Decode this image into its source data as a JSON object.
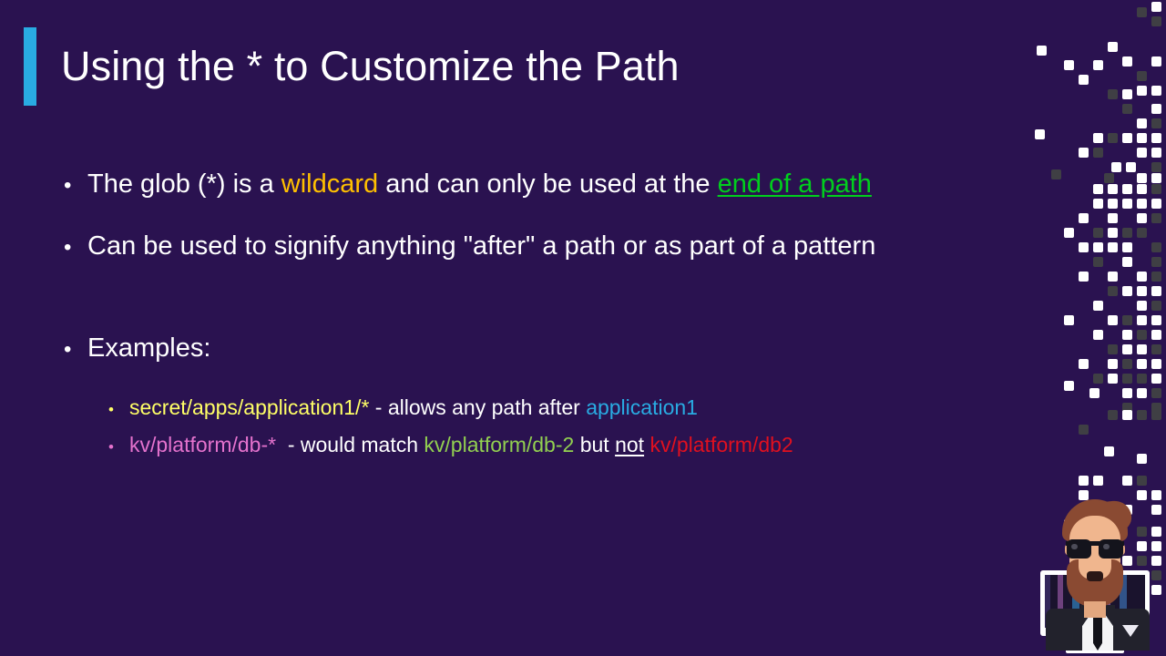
{
  "slide": {
    "background_color": "#2a1250",
    "title": "Using the * to Customize the Path",
    "accent_color": "#29abe2"
  },
  "content": {
    "bullet1": {
      "marker": "•",
      "part1": "The glob (*) is a ",
      "highlight_wildcard": "wildcard",
      "part2": " and can only be used at the ",
      "link_end_of_path": "end of a path"
    },
    "bullet2": {
      "marker": "•",
      "text": "Can be used to signify anything \"after\" a path or as part of a pattern"
    },
    "bullet3": {
      "marker": "•",
      "text": "Examples:"
    },
    "sub_bullet1": {
      "marker": "•",
      "path": "secret/apps/application1/*",
      "middle": " - allows any path after ",
      "target": "application1"
    },
    "sub_bullet2": {
      "marker": "•",
      "path": "kv/platform/db-*",
      "middle1": "  - would match ",
      "match": "kv/platform/db-2",
      "middle2": " but ",
      "negation": "not",
      "middle3": " ",
      "nomatch": "kv/platform/db2"
    }
  },
  "colors": {
    "wildcard": "#ffc000",
    "end_of_path_link": "#00cf1d",
    "sub_path_yellow": "#ffff66",
    "application1_cyan": "#29abe2",
    "kv_path_pink": "#e472cd",
    "db2_match_green": "#92d050",
    "db2_nomatch_red": "#e0101f",
    "body_text": "#ffffff"
  },
  "decoration": {
    "dot_field_name": "pixel-dot-pattern",
    "dot_colors": [
      "#ffffff",
      "#3f3f44"
    ],
    "dots": [
      [
        134,
        2,
        0
      ],
      [
        118,
        8,
        1
      ],
      [
        134,
        18,
        1
      ],
      [
        86,
        46,
        0
      ],
      [
        102,
        62,
        0
      ],
      [
        134,
        62,
        0
      ],
      [
        118,
        78,
        1
      ],
      [
        70,
        66,
        0
      ],
      [
        8,
        50,
        0
      ],
      [
        38,
        66,
        0
      ],
      [
        118,
        94,
        0
      ],
      [
        134,
        94,
        0
      ],
      [
        54,
        82,
        0
      ],
      [
        86,
        98,
        1
      ],
      [
        102,
        98,
        0
      ],
      [
        134,
        114,
        0
      ],
      [
        118,
        130,
        0
      ],
      [
        102,
        114,
        1
      ],
      [
        134,
        130,
        1
      ],
      [
        6,
        142,
        0
      ],
      [
        70,
        146,
        0
      ],
      [
        86,
        146,
        1
      ],
      [
        102,
        146,
        0
      ],
      [
        118,
        146,
        0
      ],
      [
        134,
        146,
        0
      ],
      [
        54,
        162,
        0
      ],
      [
        70,
        162,
        1
      ],
      [
        118,
        162,
        0
      ],
      [
        134,
        162,
        0
      ],
      [
        90,
        178,
        0
      ],
      [
        106,
        178,
        0
      ],
      [
        134,
        178,
        1
      ],
      [
        24,
        186,
        1
      ],
      [
        82,
        190,
        1
      ],
      [
        118,
        190,
        0
      ],
      [
        134,
        190,
        0
      ],
      [
        70,
        202,
        0
      ],
      [
        86,
        202,
        0
      ],
      [
        102,
        202,
        0
      ],
      [
        118,
        202,
        0
      ],
      [
        134,
        202,
        1
      ],
      [
        70,
        218,
        0
      ],
      [
        86,
        218,
        0
      ],
      [
        102,
        218,
        0
      ],
      [
        118,
        218,
        0
      ],
      [
        134,
        218,
        0
      ],
      [
        54,
        234,
        0
      ],
      [
        86,
        234,
        0
      ],
      [
        118,
        234,
        0
      ],
      [
        134,
        234,
        1
      ],
      [
        38,
        250,
        0
      ],
      [
        70,
        250,
        1
      ],
      [
        86,
        250,
        0
      ],
      [
        102,
        250,
        1
      ],
      [
        118,
        250,
        1
      ],
      [
        54,
        266,
        0
      ],
      [
        70,
        266,
        0
      ],
      [
        86,
        266,
        0
      ],
      [
        102,
        266,
        0
      ],
      [
        134,
        266,
        1
      ],
      [
        70,
        282,
        1
      ],
      [
        102,
        282,
        0
      ],
      [
        134,
        282,
        1
      ],
      [
        54,
        298,
        0
      ],
      [
        86,
        298,
        0
      ],
      [
        118,
        298,
        0
      ],
      [
        134,
        298,
        1
      ],
      [
        86,
        314,
        1
      ],
      [
        102,
        314,
        0
      ],
      [
        118,
        314,
        0
      ],
      [
        134,
        314,
        0
      ],
      [
        70,
        330,
        0
      ],
      [
        118,
        330,
        0
      ],
      [
        134,
        330,
        1
      ],
      [
        38,
        346,
        0
      ],
      [
        86,
        346,
        0
      ],
      [
        102,
        346,
        1
      ],
      [
        118,
        346,
        0
      ],
      [
        134,
        346,
        0
      ],
      [
        70,
        362,
        0
      ],
      [
        102,
        362,
        0
      ],
      [
        118,
        362,
        1
      ],
      [
        134,
        362,
        0
      ],
      [
        86,
        378,
        1
      ],
      [
        102,
        378,
        0
      ],
      [
        118,
        378,
        0
      ],
      [
        134,
        378,
        1
      ],
      [
        54,
        394,
        0
      ],
      [
        86,
        394,
        0
      ],
      [
        102,
        394,
        1
      ],
      [
        118,
        394,
        0
      ],
      [
        134,
        394,
        0
      ],
      [
        70,
        410,
        1
      ],
      [
        86,
        410,
        0
      ],
      [
        102,
        410,
        1
      ],
      [
        118,
        410,
        1
      ],
      [
        134,
        410,
        0
      ],
      [
        38,
        418,
        0
      ],
      [
        66,
        426,
        0
      ],
      [
        102,
        426,
        0
      ],
      [
        118,
        426,
        0
      ],
      [
        134,
        426,
        1
      ],
      [
        102,
        442,
        1
      ],
      [
        134,
        442,
        1
      ],
      [
        86,
        450,
        1
      ],
      [
        102,
        450,
        0
      ],
      [
        118,
        450,
        1
      ],
      [
        134,
        450,
        1
      ],
      [
        54,
        466,
        1
      ],
      [
        82,
        490,
        0
      ],
      [
        118,
        498,
        0
      ],
      [
        54,
        522,
        0
      ],
      [
        70,
        522,
        0
      ],
      [
        102,
        522,
        0
      ],
      [
        118,
        522,
        1
      ],
      [
        54,
        538,
        0
      ],
      [
        118,
        538,
        0
      ],
      [
        134,
        538,
        0
      ],
      [
        70,
        554,
        0
      ],
      [
        102,
        554,
        0
      ],
      [
        134,
        554,
        0
      ],
      [
        38,
        570,
        0
      ],
      [
        70,
        578,
        1
      ],
      [
        86,
        578,
        1
      ],
      [
        118,
        578,
        1
      ],
      [
        134,
        578,
        0
      ],
      [
        70,
        594,
        0
      ],
      [
        86,
        594,
        0
      ],
      [
        118,
        594,
        0
      ],
      [
        134,
        594,
        0
      ],
      [
        54,
        610,
        0
      ],
      [
        86,
        610,
        1
      ],
      [
        102,
        610,
        0
      ],
      [
        118,
        610,
        1
      ],
      [
        134,
        610,
        0
      ],
      [
        102,
        626,
        0
      ],
      [
        134,
        626,
        1
      ],
      [
        118,
        642,
        0
      ],
      [
        134,
        642,
        0
      ]
    ]
  },
  "avatar": {
    "name": "presenter-webcam-avatar",
    "description": "bearded man with sunglasses in suit in front of monitor"
  }
}
